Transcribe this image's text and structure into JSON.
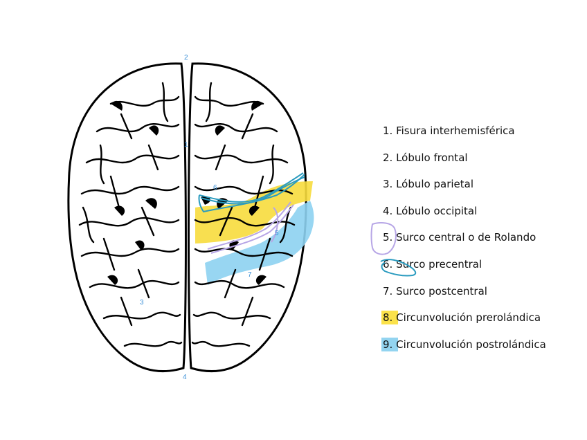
{
  "colors": {
    "prerolandic": "#f7dc3d",
    "postrolandic": "#8dd2f1",
    "precentral_marker": "#2a9bbf",
    "central_marker": "#b7a6e6",
    "brain_labels": "#3a8fd6"
  },
  "brain_labels": [
    "1",
    "2",
    "3",
    "4",
    "5",
    "6",
    "7"
  ],
  "legend": [
    {
      "num": "1.",
      "text": "Fisura interhemisférica"
    },
    {
      "num": "2.",
      "text": "Lóbulo frontal"
    },
    {
      "num": "3.",
      "text": "Lóbulo parietal"
    },
    {
      "num": "4.",
      "text": "Lóbulo occipital"
    },
    {
      "num": "5.",
      "text": "Surco central o de Rolando"
    },
    {
      "num": "6.",
      "text": "Surco precentral"
    },
    {
      "num": "7.",
      "text": "Surco postcentral"
    },
    {
      "num": "8.",
      "text": "Circunvolución prerolándica"
    },
    {
      "num": "9.",
      "text": "Circunvolución postrolándica"
    }
  ]
}
